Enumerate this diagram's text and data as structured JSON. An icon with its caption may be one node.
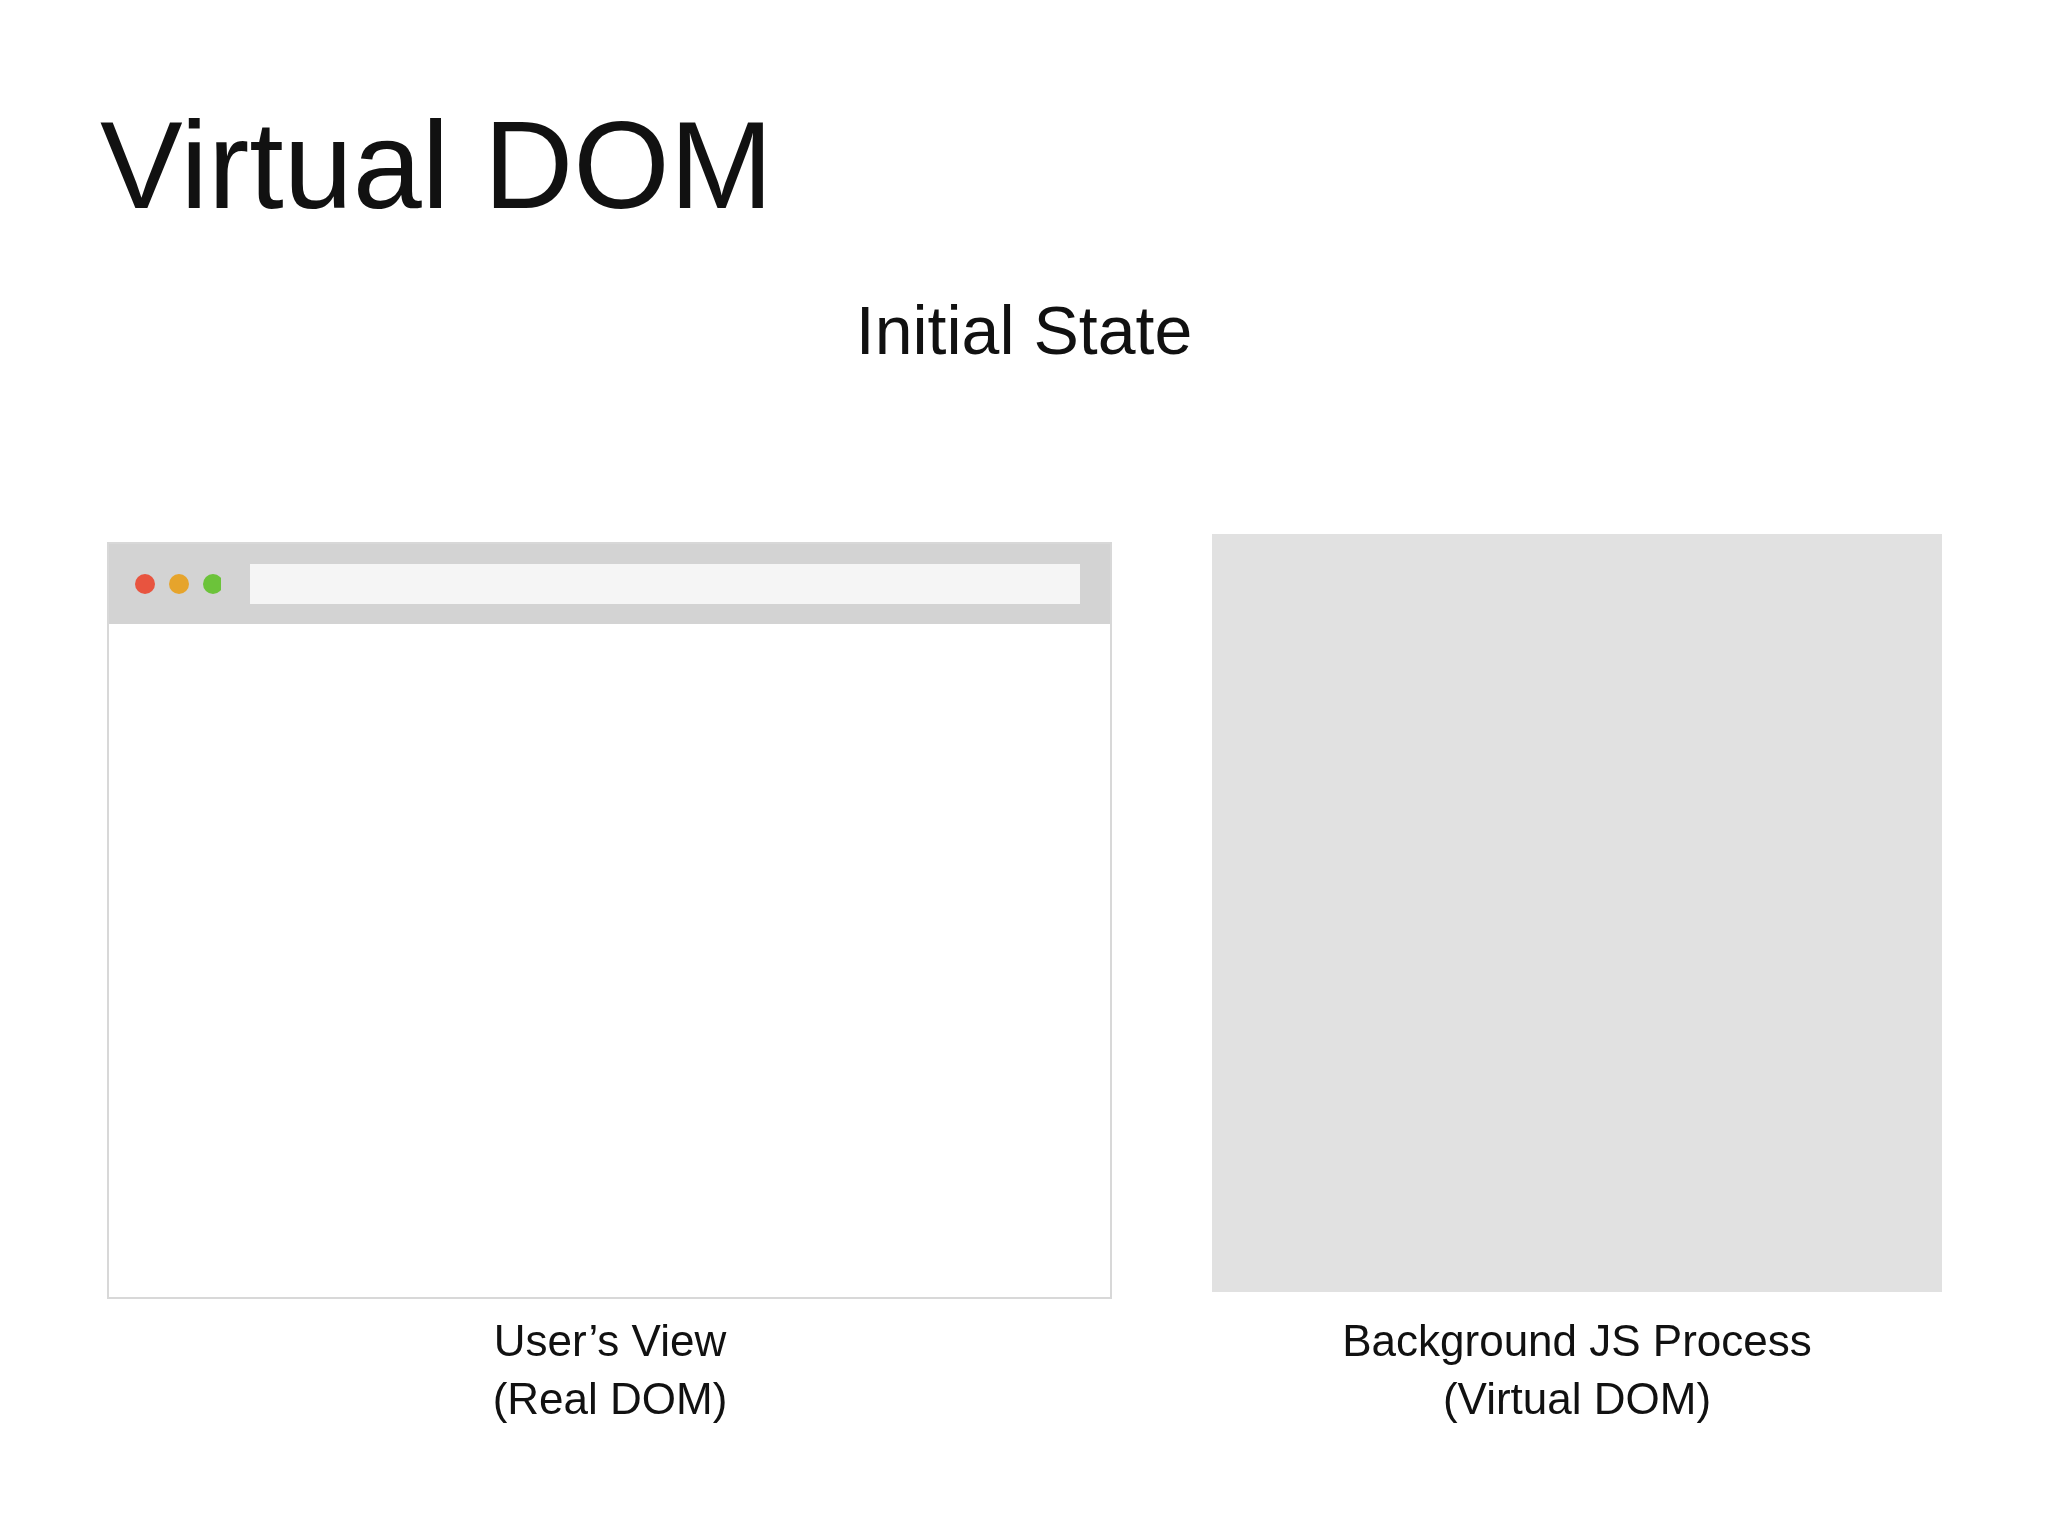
{
  "diagram": {
    "title": "Virtual DOM",
    "nodes": [
      {
        "text": [],
        "shape": "box",
        "beside": [
          "User’s View (Real DOM)"
        ]
      },
      {
        "text": [],
        "shape": "box",
        "beside": [
          "Background JS Process (Virtual DOM)"
        ]
      }
    ],
    "labels": [
      "Initial State"
    ]
  }
}
